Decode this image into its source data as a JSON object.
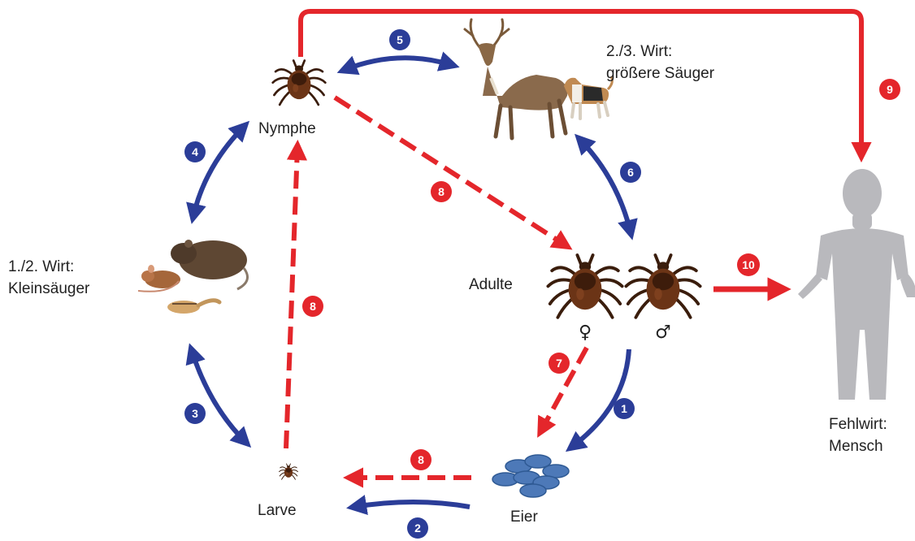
{
  "labels": {
    "nymph": "Nymphe",
    "host23_line1": "2./3. Wirt:",
    "host23_line2": "größere Säuger",
    "host12_line1": "1./2. Wirt:",
    "host12_line2": "Kleinsäuger",
    "adults": "Adulte",
    "female": "♀",
    "male": "♂",
    "larva": "Larve",
    "eggs": "Eier",
    "deadend_line1": "Fehlwirt:",
    "deadend_line2": "Mensch"
  },
  "steps": {
    "s1": "1",
    "s2": "2",
    "s3": "3",
    "s4": "4",
    "s5": "5",
    "s6": "6",
    "s7": "7",
    "s8a": "8",
    "s8b": "8",
    "s8c": "8",
    "s9": "9",
    "s10": "10"
  },
  "colors": {
    "blue": "#2b3d98",
    "red": "#e4262b",
    "human": "#b9b9bd",
    "tick": "#6b3416",
    "egg": "#4d79b8"
  },
  "icons": {
    "nymph": "tick-nymph-icon",
    "larva": "tick-larva-icon",
    "female": "tick-female-icon",
    "male": "tick-male-icon",
    "deer": "deer-icon",
    "dog": "dog-icon",
    "rodents": "rodents-icon",
    "eggs": "eggs-icon",
    "human": "human-silhouette-icon"
  }
}
